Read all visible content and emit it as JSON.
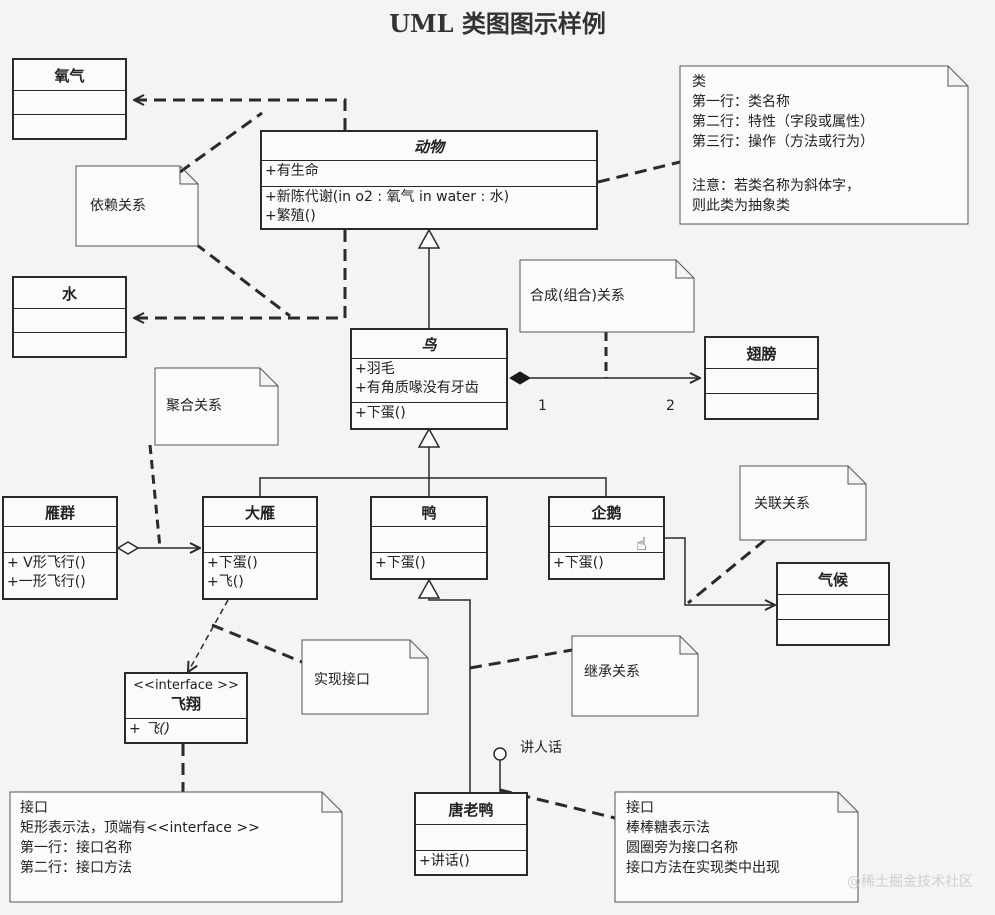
{
  "title": "UML 类图图示样例",
  "classes": {
    "oxygen": {
      "name": "氧气",
      "attrs": [],
      "ops": []
    },
    "water": {
      "name": "水",
      "attrs": [],
      "ops": []
    },
    "animal": {
      "name": "动物",
      "attrs": [
        "+有生命"
      ],
      "ops": [
        "+新陈代谢(in o2 : 氧气  in water : 水)",
        "+繁殖()"
      ]
    },
    "bird": {
      "name": "鸟",
      "attrs": [
        "+羽毛",
        "+有角质喙没有牙齿"
      ],
      "ops": [
        "+下蛋()"
      ]
    },
    "wing": {
      "name": "翅膀",
      "attrs": [],
      "ops": []
    },
    "goose_flock": {
      "name": "雁群",
      "attrs": [],
      "ops": [
        "+ V形飞行()",
        "+一形飞行()"
      ]
    },
    "wild_goose": {
      "name": "大雁",
      "attrs": [],
      "ops": [
        "+下蛋()",
        "+飞()"
      ]
    },
    "duck": {
      "name": "鸭",
      "attrs": [],
      "ops": [
        "+下蛋()"
      ]
    },
    "penguin": {
      "name": "企鹅",
      "attrs": [],
      "ops": [
        "+下蛋()"
      ]
    },
    "climate": {
      "name": "气候",
      "attrs": [],
      "ops": []
    },
    "fly": {
      "stereotype": "<<interface >>",
      "name": "飞翔",
      "ops": [
        "+ 飞()"
      ]
    },
    "donald": {
      "name": "唐老鸭",
      "ops": [
        "+讲话()"
      ]
    }
  },
  "notes": {
    "class_note": [
      "类",
      "第一行：类名称",
      "第二行：特性（字段或属性）",
      "第三行：操作（方法或行为）",
      "",
      "注意：若类名称为斜体字，",
      "则此类为抽象类"
    ],
    "dependency": "依赖关系",
    "composition": "合成(组合)关系",
    "aggregation": "聚合关系",
    "association": "关联关系",
    "realization": "实现接口",
    "inheritance": "继承关系",
    "interface_rect": [
      "接口",
      "矩形表示法，顶端有<<interface >>",
      "第一行：接口名称",
      "第二行：接口方法"
    ],
    "interface_lollipop": [
      "接口",
      "棒棒糖表示法",
      "圆圈旁为接口名称",
      "接口方法在实现类中出现"
    ]
  },
  "labels": {
    "mult_1": "1",
    "mult_2": "2",
    "speak": "讲人话"
  },
  "watermark": "@稀土掘金技术社区"
}
